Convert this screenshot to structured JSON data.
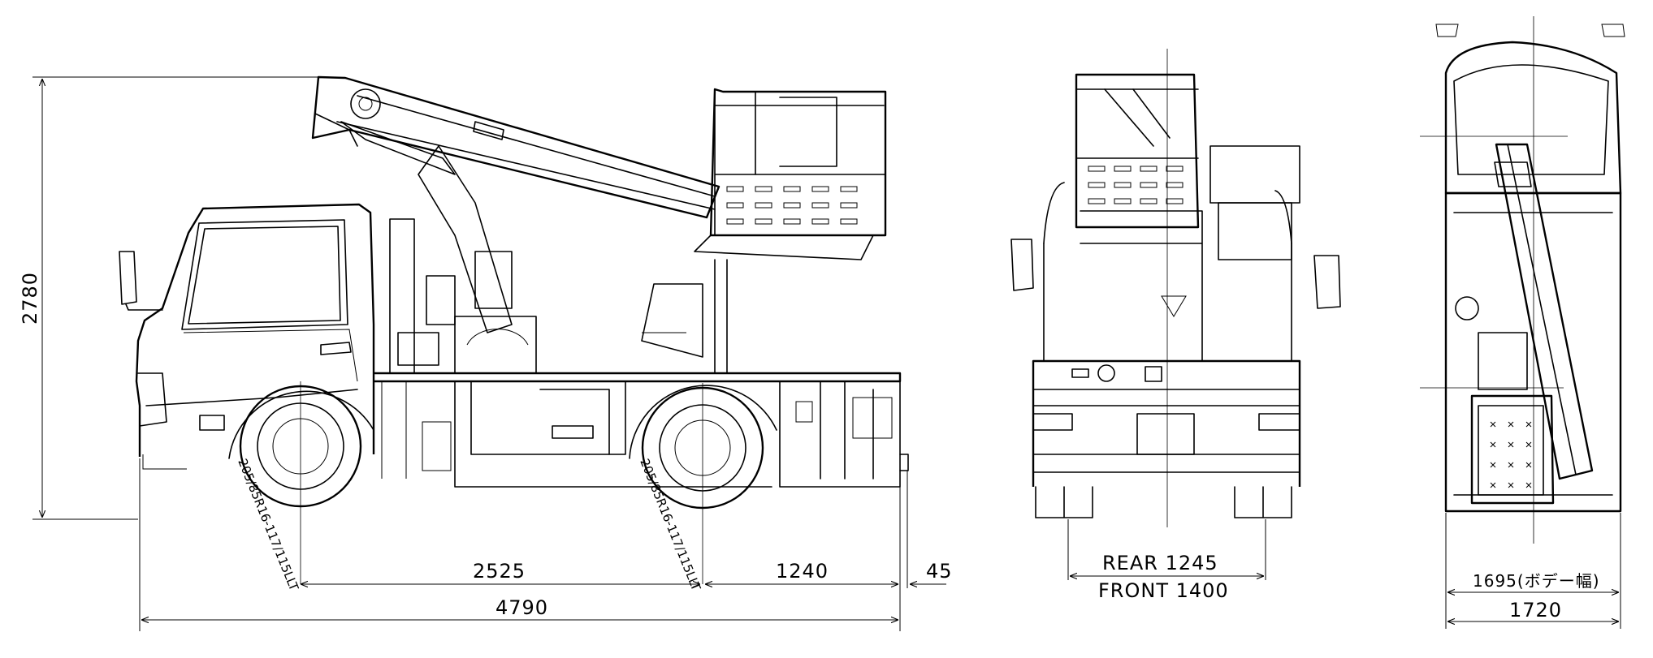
{
  "dimensions": {
    "overall_height": "2780",
    "wheelbase": "2525",
    "rear_overhang": "1240",
    "hitch_offset": "45",
    "overall_length": "4790",
    "rear_tread": "REAR 1245",
    "front_tread": "FRONT 1400",
    "body_width": "1695(ボデー幅)",
    "overall_width": "1720"
  },
  "tire_label": "205/85R16-117/115LLT",
  "views": [
    "side-view",
    "rear-view",
    "top-view"
  ]
}
